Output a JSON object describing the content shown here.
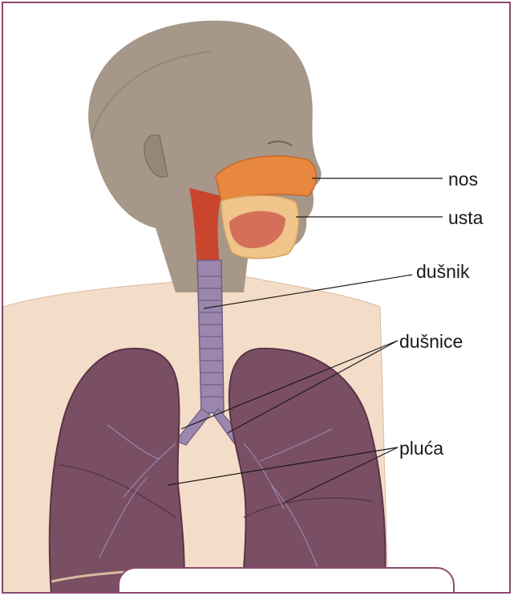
{
  "labels": {
    "nose": "nos",
    "mouth": "usta",
    "trachea": "dušnik",
    "bronchi": "dušnice",
    "lungs": "pluća"
  },
  "colors": {
    "frame": "#8a4a70",
    "skin": "#f3ddc8",
    "head": "#a69789",
    "lung": "#7a4f64",
    "lung_dark": "#5a3346",
    "trachea": "#9b86ad",
    "nasal": "#e8873e",
    "throat": "#c9452e"
  }
}
